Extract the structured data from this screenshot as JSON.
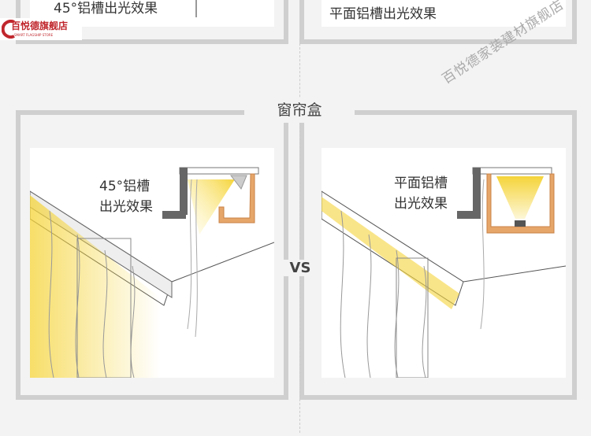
{
  "top": {
    "left_caption": "45°铝槽出光效果",
    "right_caption": "平面铝槽出光效果"
  },
  "section_title": "窗帘盒",
  "vs_label": "VS",
  "left_panel": {
    "label_line1": "45°铝槽",
    "label_line2": "出光效果"
  },
  "right_panel": {
    "label_line1": "平面铝槽",
    "label_line2": "出光效果"
  },
  "logo": {
    "name": "百悦德旗舰店",
    "subtitle": "SMART FLAGSHIP STORE"
  },
  "watermark": "百悦德家装建材旗舰店",
  "colors": {
    "background": "#f3f3f3",
    "frame": "#cfcfcf",
    "light": "#f5d43a",
    "wood": "#e6a66a"
  }
}
